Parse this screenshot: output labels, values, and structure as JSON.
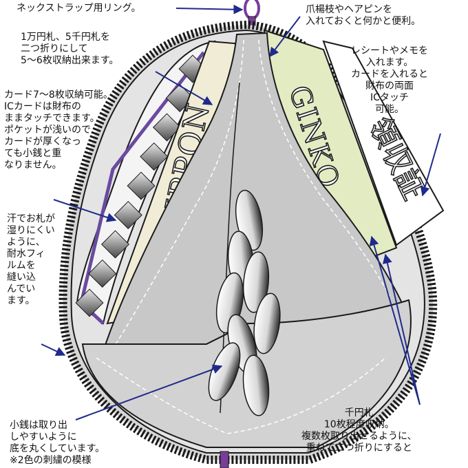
{
  "annotations": {
    "strap_ring": "ネックストラップ用リング。",
    "hairpin": "爪楊枝やヘアピンを\n入れておくと何かと便利。",
    "bills": "1万円札、5千円札を\n二つ折りにして\n5〜6枚収納出来ます。",
    "receipt": "レシートやメモを\n入れます。\nカードを入れると\n財布の両面\nICタッチ\n可能。",
    "cards": "カード7〜8枚収納可能。\nICカードは財布の\nままタッチできます。\nポケットが浅いので\nカードが厚くなっ\nても小銭と重\nなりません。",
    "waterproof": "汗でお札が\n湿りにくい\nように、\n耐水フィ\nルムを\n縫い込\nんでい\nます。",
    "coins": "小銭は取り出\nしやすいように\n底を丸くしています。\n※2色の刺繍の模様",
    "thousand": "千円札\n10枚程度収納。\n複数枚取り出せるように、\n重ねて二つ折りにすると"
  },
  "card_labels": {
    "nippon": "NIPPON",
    "ginko": "GINKO",
    "receipt_stamp": "領収証"
  },
  "colors": {
    "outline": "#1a1a1a",
    "arrow": "#1f2a8c",
    "ring": "#7a3c9a",
    "lining": "#c8c8c8",
    "zipper": "#9a9a9a",
    "card_beige": "#f0ecd6",
    "card_green": "#e3ebc2",
    "rail_purple": "#6a4aa0",
    "stud": "#8a8a8a"
  }
}
